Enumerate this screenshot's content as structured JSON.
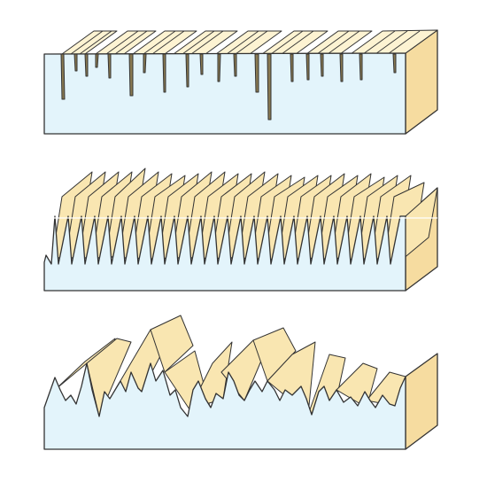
{
  "figure": {
    "blocks": [
      {
        "id": "deep-narrow-grooves"
      },
      {
        "id": "regular-sawtooth"
      },
      {
        "id": "irregular-jagged"
      }
    ]
  },
  "colors": {
    "front": "#e3f4fb",
    "side": "#f6dca0",
    "face": "#f9e6b1",
    "top": "#fdf3d2",
    "shadow": "#8a7a52",
    "outline": "#333333",
    "cut_line": "#ffffff"
  }
}
